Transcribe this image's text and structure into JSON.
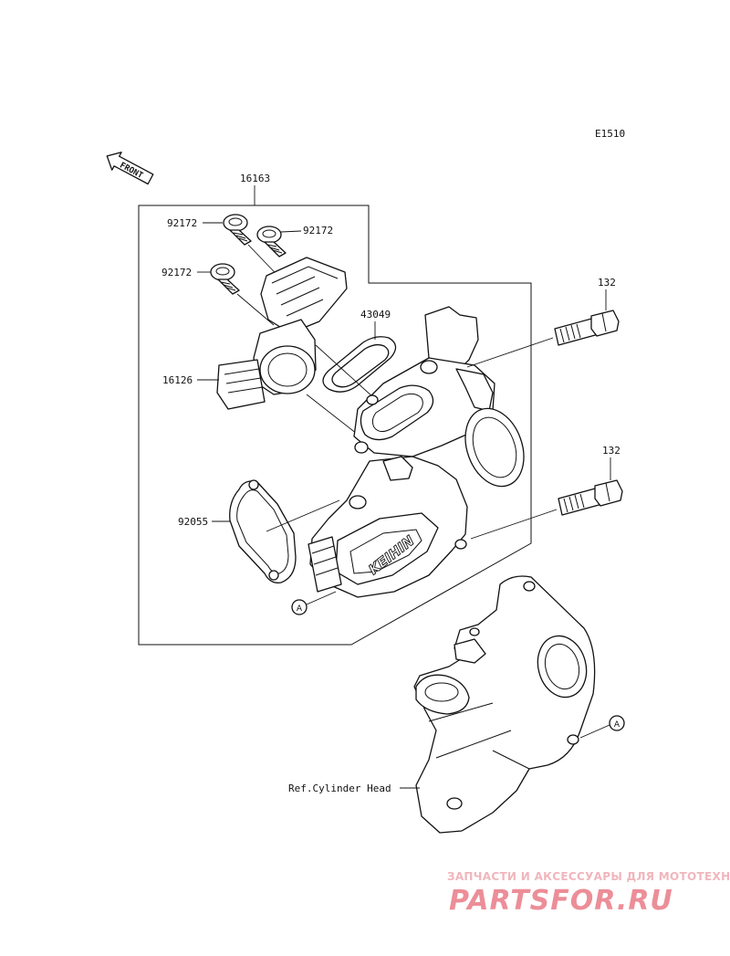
{
  "diagram": {
    "code": "E1510",
    "front_label": "FRONT",
    "parts": [
      {
        "id": "16163"
      },
      {
        "id": "92172"
      },
      {
        "id": "92172"
      },
      {
        "id": "92172"
      },
      {
        "id": "16126"
      },
      {
        "id": "43049"
      },
      {
        "id": "132"
      },
      {
        "id": "132"
      },
      {
        "id": "92055"
      }
    ],
    "throttle_brand": "KEIHIN",
    "ref_marker": "A",
    "ref_text": "Ref.Cylinder Head"
  },
  "watermark": {
    "subtitle": "ЗАПЧАСТИ И АКСЕССУАРЫ ДЛЯ МОТОТЕХНИКИ",
    "brand": "PARTSFOR.RU"
  }
}
